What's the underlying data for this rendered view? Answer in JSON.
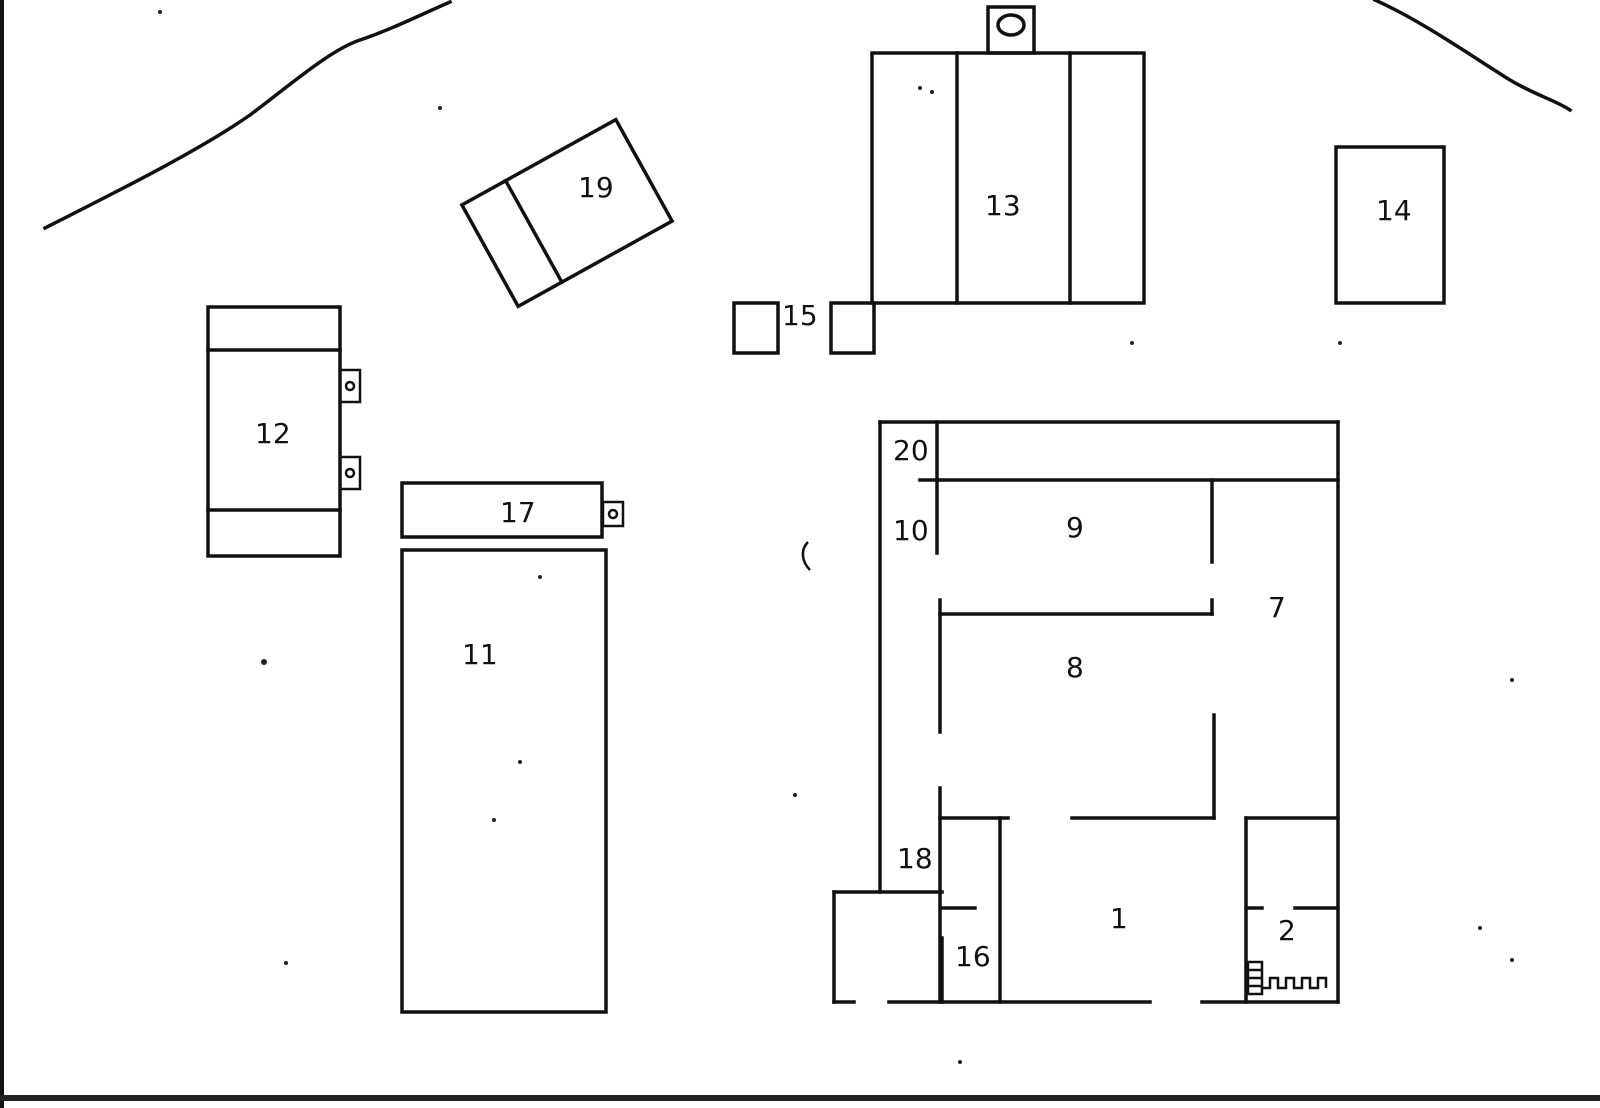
{
  "diagram": {
    "labels": {
      "b1": "1",
      "b2": "2",
      "b7": "7",
      "b8": "8",
      "b9": "9",
      "b10": "10",
      "b11": "11",
      "b12": "12",
      "b13": "13",
      "b14": "14",
      "b15": "15",
      "b16": "16",
      "b17": "17",
      "b18": "18",
      "b19": "19",
      "b20": "20"
    },
    "colors": {
      "ink": "#111111",
      "paper": "#ffffff"
    }
  }
}
